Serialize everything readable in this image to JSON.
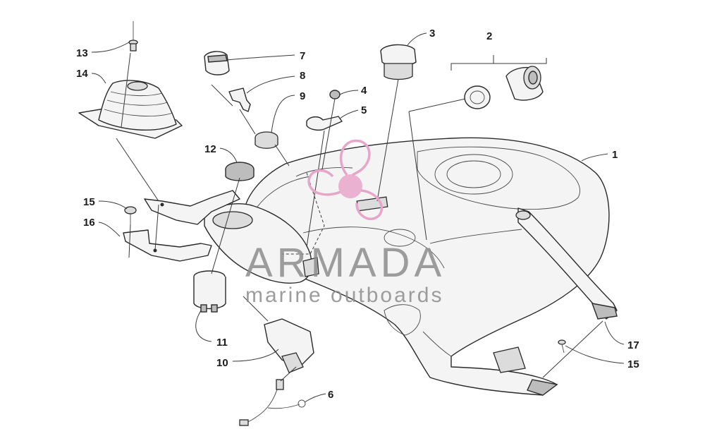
{
  "callouts": [
    {
      "label": "1"
    },
    {
      "label": "2"
    },
    {
      "label": "3"
    },
    {
      "label": "4"
    },
    {
      "label": "5"
    },
    {
      "label": "6"
    },
    {
      "label": "7"
    },
    {
      "label": "8"
    },
    {
      "label": "9"
    },
    {
      "label": "10"
    },
    {
      "label": "11"
    },
    {
      "label": "12"
    },
    {
      "label": "13"
    },
    {
      "label": "14"
    },
    {
      "label": "15"
    },
    {
      "label": "16"
    },
    {
      "label": "17"
    },
    {
      "label": "15"
    }
  ],
  "watermark": {
    "title": "ARMADA",
    "subtitle": "marine outboards",
    "logo_icon": "propeller-logo-icon",
    "logo_color": "#e7a6c9"
  }
}
